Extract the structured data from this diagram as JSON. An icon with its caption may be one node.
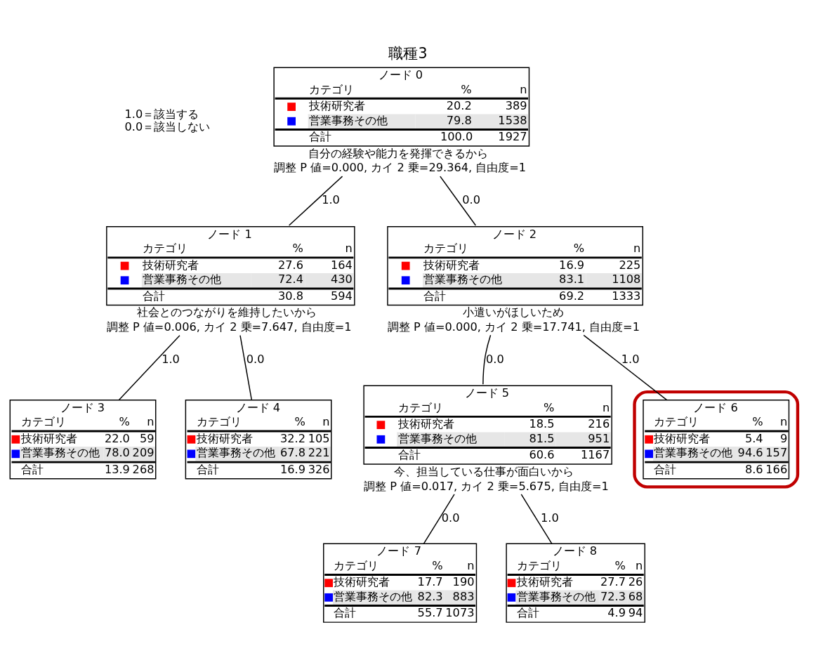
{
  "diagram": {
    "title": "職種3",
    "nodes": [
      {
        "text": [
          "ノード 0",
          "カテゴリ",
          "%",
          "n",
          "技術研究者",
          "20.2",
          "389",
          "営業事務その他",
          "79.8",
          "1538",
          "合計",
          "100.0",
          "1927"
        ],
        "beside": [
          "自分の経験や能力を発揮できるから",
          "調整 P 値=0.000, カイ 2 乗=29.364, 自由度=1"
        ]
      },
      {
        "text": [
          "ノード 1",
          "カテゴリ",
          "%",
          "n",
          "技術研究者",
          "27.6",
          "164",
          "営業事務その他",
          "72.4",
          "430",
          "合計",
          "30.8",
          "594"
        ],
        "beside": [
          "社会とのつながりを維持したいから",
          "調整 P 値=0.006, カイ 2 乗=7.647, 自由度=1"
        ]
      },
      {
        "text": [
          "ノード 2",
          "カテゴリ",
          "%",
          "n",
          "技術研究者",
          "16.9",
          "225",
          "営業事務その他",
          "83.1",
          "1108",
          "合計",
          "69.2",
          "1333"
        ],
        "beside": [
          "小遣いがほしいため",
          "調整 P 値=0.000, カイ 2 乗=17.741, 自由度=1"
        ]
      },
      {
        "text": [
          "ノード 3",
          "カテゴリ",
          "%",
          "n",
          "技術研究者",
          "22.0",
          "59",
          "営業事務その他",
          "78.0",
          "209",
          "合計",
          "13.9",
          "268"
        ]
      },
      {
        "text": [
          "ノード 4",
          "カテゴリ",
          "%",
          "n",
          "技術研究者",
          "32.2",
          "105",
          "営業事務その他",
          "67.8",
          "221",
          "合計",
          "16.9",
          "326"
        ]
      },
      {
        "text": [
          "ノード 5",
          "カテゴリ",
          "%",
          "n",
          "技術研究者",
          "18.5",
          "216",
          "営業事務その他",
          "81.5",
          "951",
          "合計",
          "60.6",
          "1167"
        ],
        "beside": [
          "今、担当している仕事が面白いから",
          "調整 P 値=0.017, カイ 2 乗=5.675, 自由度=1"
        ]
      },
      {
        "text": [],
        "shape": "ellipse"
      },
      {
        "text": [
          "ノード 6",
          "カテゴリ",
          "%",
          "n",
          "技術研究者",
          "5.4",
          "9",
          "営業事務その他",
          "94.6",
          "157",
          "合計",
          "8.6",
          "166"
        ],
        "in": 6
      },
      {
        "text": [
          "ノード 7",
          "カテゴリ",
          "%",
          "n",
          "技術研究者",
          "17.7",
          "190",
          "営業事務その他",
          "82.3",
          "883",
          "合計",
          "55.7",
          "1073"
        ]
      },
      {
        "text": [
          "ノード 8",
          "カテゴリ",
          "%",
          "n",
          "技術研究者",
          "27.7",
          "26",
          "営業事務その他",
          "72.3",
          "68",
          "合計",
          "4.9",
          "94"
        ]
      }
    ],
    "edges": [
      {
        "from": 0,
        "to": 1,
        "arrow": "none",
        "label": "1.0"
      },
      {
        "from": 0,
        "to": 2,
        "arrow": "none",
        "label": "0.0"
      },
      {
        "from": 1,
        "to": 3,
        "arrow": "none",
        "label": "1.0"
      },
      {
        "from": 1,
        "to": 4,
        "arrow": "none",
        "label": "0.0"
      },
      {
        "from": 2,
        "to": 5,
        "arrow": "none",
        "label": "0.0"
      },
      {
        "from": 2,
        "to": 7,
        "arrow": "none",
        "label": "1.0"
      },
      {
        "from": 5,
        "to": 8,
        "arrow": "none",
        "label": "0.0"
      },
      {
        "from": 5,
        "to": 9,
        "arrow": "none",
        "label": "1.0"
      }
    ],
    "labels": [
      "1.0＝該当する",
      "0.0＝該当しない"
    ]
  }
}
